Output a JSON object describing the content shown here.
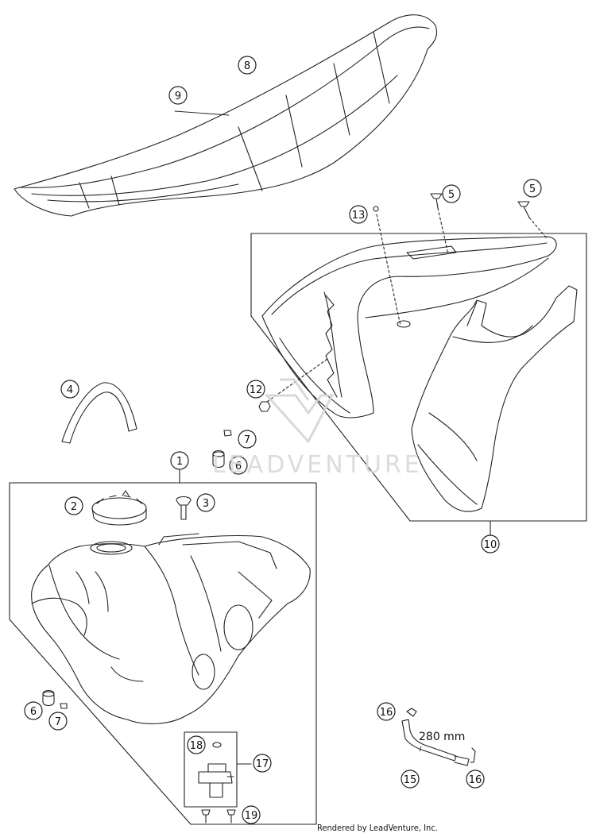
{
  "diagram": {
    "callouts": [
      "8",
      "9",
      "13",
      "5",
      "5",
      "4",
      "12",
      "7",
      "6",
      "1",
      "2",
      "3",
      "10",
      "6",
      "7",
      "16",
      "18",
      "17",
      "15",
      "16",
      "19"
    ],
    "dimension_label": "280 mm",
    "watermark_text": "LEADVENTURE",
    "credit_text": "Rendered by LeadVenture, Inc."
  }
}
